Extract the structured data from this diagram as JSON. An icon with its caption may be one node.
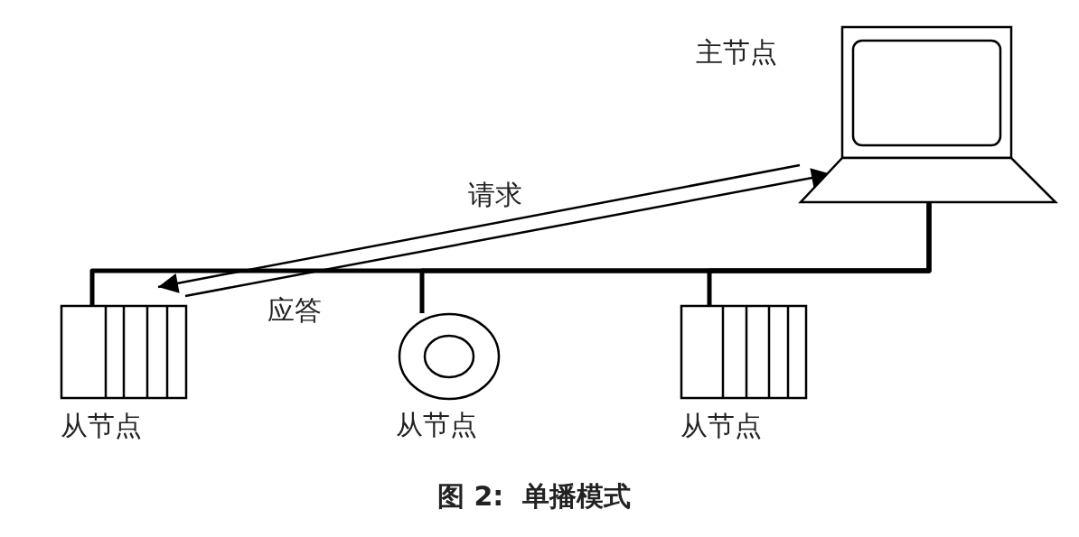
{
  "diagram": {
    "caption": "图 2:  单播模式",
    "nodes": [
      {
        "text": [
          "主节点"
        ]
      },
      {
        "text": [
          "从节点"
        ]
      },
      {
        "text": [
          "从节点"
        ]
      },
      {
        "text": [
          "从节点"
        ]
      }
    ],
    "edges": [
      {
        "from": 0,
        "to": 1,
        "arrow": "to",
        "label": "请求"
      },
      {
        "from": 1,
        "to": 0,
        "arrow": "to",
        "label": "应答"
      },
      {
        "from": 0,
        "to": 1,
        "arrow": "none"
      },
      {
        "from": 0,
        "to": 2,
        "arrow": "none"
      },
      {
        "from": 0,
        "to": 3,
        "arrow": "none"
      }
    ]
  }
}
